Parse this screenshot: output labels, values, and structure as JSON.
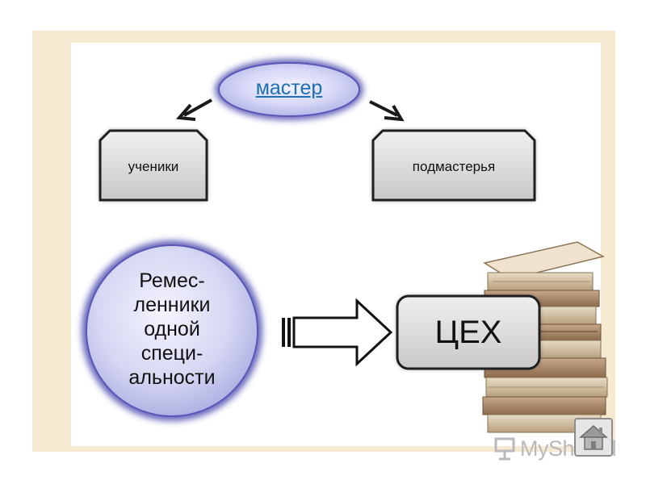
{
  "diagram": {
    "master": {
      "label": "мастер"
    },
    "students": {
      "label": "ученики"
    },
    "apprentices": {
      "label": "подмастерья"
    },
    "artisans": {
      "label": "Ремес-\nленники\nодной\nспеци-\nальности"
    },
    "guild": {
      "label": "ЦЕХ"
    }
  },
  "watermark": {
    "text": "MyShared"
  },
  "icons": {
    "home": "home-icon",
    "watermark_logo": "presentation-board-icon"
  },
  "colors": {
    "frame": "#f6ead3",
    "ellipse_fill": "#c9cbef",
    "ellipse_glow": "#3b37a6",
    "box_fill": "#d9d9d9",
    "link": "#1f6fb5"
  }
}
